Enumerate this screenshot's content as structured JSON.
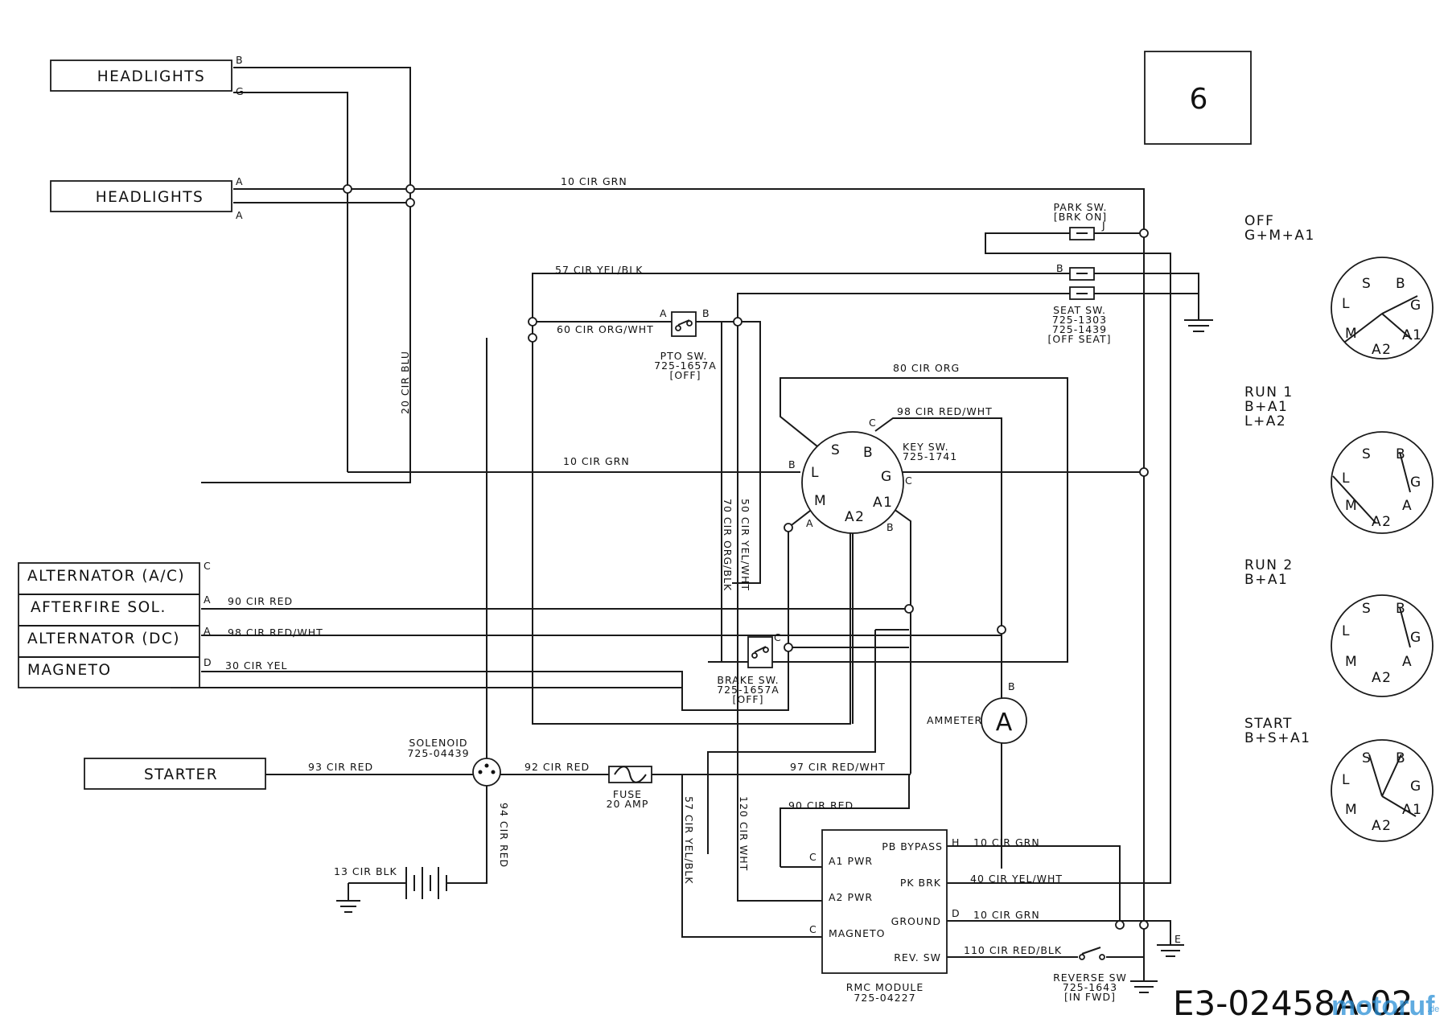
{
  "diagram": {
    "page_number": "6",
    "part_number": "E3-02458A-02",
    "watermark": "motoruf",
    "watermark_suffix": ".de",
    "components": {
      "headlights_1": "HEADLIGHTS",
      "headlights_2": "HEADLIGHTS",
      "alternator_ac": "ALTERNATOR (A/C)",
      "afterfire_sol": "AFTERFIRE SOL.",
      "alternator_dc": "ALTERNATOR (DC)",
      "magneto": "MAGNETO",
      "starter": "STARTER",
      "ammeter_label": "AMMETER",
      "ammeter_symbol": "A",
      "solenoid": [
        "SOLENOID",
        "725-04439"
      ],
      "fuse": [
        "FUSE",
        "20 AMP"
      ],
      "pto_sw": [
        "PTO SW.",
        "725-1657A",
        "[OFF]"
      ],
      "brake_sw": [
        "BRAKE SW.",
        "725-1657A",
        "[OFF]"
      ],
      "park_sw": [
        "PARK SW.",
        "[BRK ON]"
      ],
      "seat_sw": [
        "SEAT SW.",
        "725-1303",
        "725-1439",
        "[OFF SEAT]"
      ],
      "key_sw": [
        "KEY SW.",
        "725-1741"
      ],
      "reverse_sw": [
        "REVERSE SW",
        "725-1643",
        "[IN FWD]"
      ],
      "rmc_module": [
        "RMC MODULE",
        "725-04227"
      ],
      "rmc_pins": {
        "a1_pwr": "A1 PWR",
        "a2_pwr": "A2 PWR",
        "magneto": "MAGNETO",
        "pb_bypass": "PB BYPASS",
        "pk_brk": "PK BRK",
        "ground": "GROUND",
        "rev_sw": "REV. SW"
      }
    },
    "key_terminals": {
      "s": "S",
      "b": "B",
      "l": "L",
      "g": "G",
      "m": "M",
      "a2": "A2",
      "a1": "A1"
    },
    "wires": {
      "w10_top": "10 CIR GRN",
      "w57_top": "57 CIR YEL/BLK",
      "w60": "60 CIR ORG/WHT",
      "w80": "80 CIR ORG",
      "w98_top": "98 CIR RED/WHT",
      "w20": "20 CIR BLU",
      "w10_mid": "10 CIR GRN",
      "w70": "70 CIR ORG/BLK",
      "w50": "50 CIR YEL/WHT",
      "w90_a": "90 CIR RED",
      "w98_b": "98 CIR RED/WHT",
      "w30": "30 CIR YEL",
      "w93": "93 CIR RED",
      "w92": "92 CIR RED",
      "w97": "97 CIR RED/WHT",
      "w94": "94 CIR RED",
      "w13": "13 CIR BLK",
      "w57_low": "57 CIR YEL/BLK",
      "w120": "120 CIR WHT",
      "w90_b": "90 CIR RED",
      "w10_pb": "10 CIR GRN",
      "w40": "40 CIR YEL/WHT",
      "w10_gnd": "10 CIR GRN",
      "w110": "110 CIR RED/BLK"
    },
    "pin_letters": {
      "hl1_b": "B",
      "hl1_g": "G",
      "hl2_a1": "A",
      "hl2_a2": "A",
      "alt_ac_c": "C",
      "afterfire_a": "A",
      "alt_dc_a": "A",
      "magneto_d": "D",
      "pto_a": "A",
      "pto_b": "B",
      "park_j": "J",
      "seat_b": "B",
      "key_c_top": "C",
      "key_b_left": "B",
      "key_c_right": "C",
      "key_a": "A",
      "key_b_bottom": "B",
      "brake_c": "C",
      "ammeter_b": "B",
      "rmc_c1": "C",
      "rmc_c2": "C",
      "rmc_h": "H",
      "rmc_d": "D",
      "ground_e": "E"
    },
    "positions": [
      {
        "title": "OFF",
        "combo": [
          "G+M+A1"
        ]
      },
      {
        "title": "RUN 1",
        "combo": [
          "B+A1",
          "L+A2"
        ]
      },
      {
        "title": "RUN 2",
        "combo": [
          "B+A1"
        ]
      },
      {
        "title": "START",
        "combo": [
          "B+S+A1"
        ]
      }
    ],
    "dial_letters": {
      "s": "S",
      "b": "B",
      "l": "L",
      "g": "G",
      "m": "M",
      "a1": "A1",
      "a2": "A2",
      "a": "A"
    }
  }
}
